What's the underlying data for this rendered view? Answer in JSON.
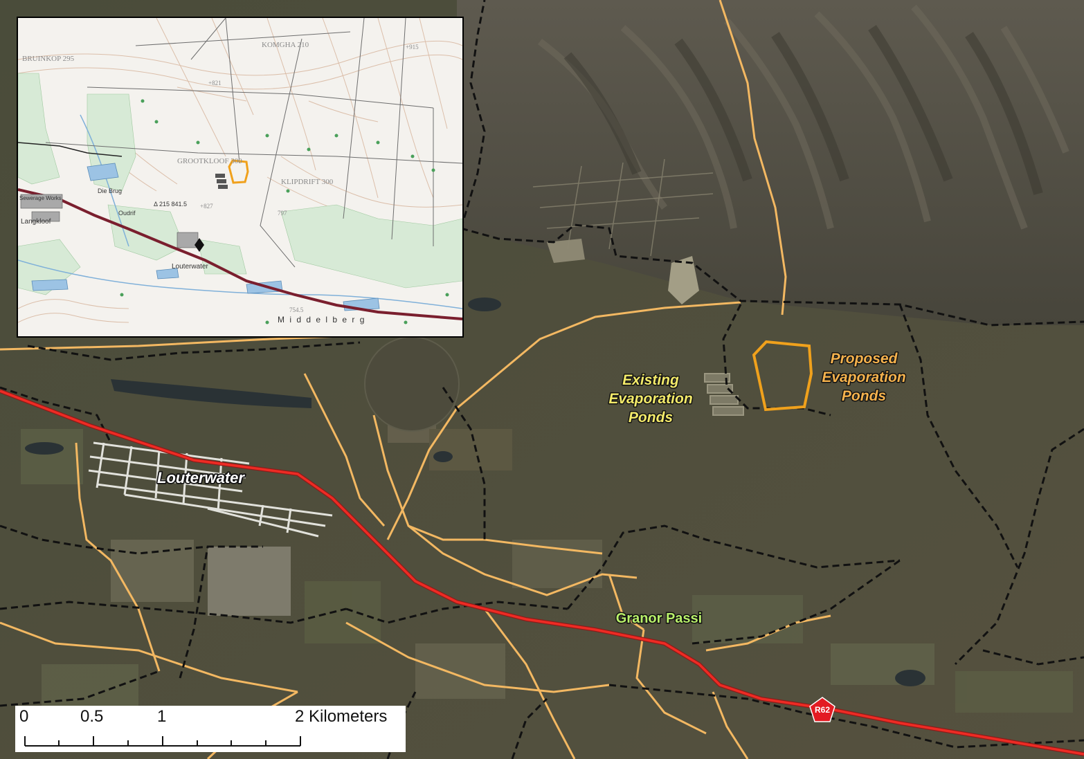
{
  "map": {
    "labels": {
      "existing_ponds": [
        "Existing",
        "Evaporation",
        "Ponds"
      ],
      "proposed_ponds": [
        "Proposed",
        "Evaporation",
        "Ponds"
      ],
      "louterwater": "Louterwater",
      "granor_passi": "Granor Passi",
      "route_shield": "R62"
    },
    "inset": {
      "labels": {
        "komgha": "KOMGHA 210",
        "bruinkop": "BRUINKOP 295",
        "grootkloof": "GROOTKLOOF 300",
        "klipdrift": "KLIPDRIFT 300",
        "langkloof": "Langkloof",
        "louterwater": "Louterwater",
        "die_brug": "Die Brug",
        "sewerage": "Sewerage Works",
        "oudrif": "Oudrif",
        "hoogte": "+915",
        "spot_821": "+821",
        "spot_827": "+827",
        "spot_797": "797",
        "trig": "Δ 215 841.5",
        "spot_754": "754.5",
        "middelberg": "M i d d e l b e r g"
      }
    },
    "scalebar": {
      "labels": [
        "0",
        "0.5",
        "1",
        "2 Kilometers"
      ]
    },
    "colors": {
      "road_primary": "#ee2b24",
      "road_secondary": "#f3b862",
      "boundary": "#111111",
      "proposed_outline": "#f0a11c",
      "label_yellow": "#f3ea6a",
      "label_orange": "#f5b24d",
      "label_green": "#b9f06a",
      "inset_highway": "#7a1f2e"
    }
  }
}
